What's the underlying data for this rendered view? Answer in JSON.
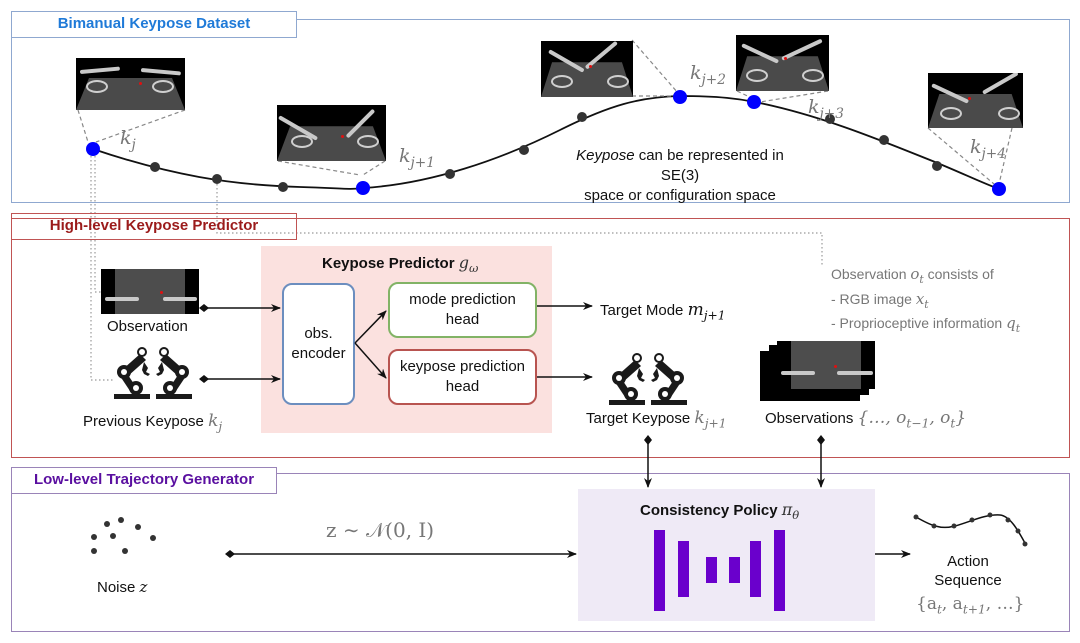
{
  "colors": {
    "dataset_border": "#8fa8d0",
    "dataset_title": "#1f7ad8",
    "predictor_border": "#c05454",
    "predictor_title": "#9b1b1b",
    "generator_border": "#9a84b8",
    "generator_title": "#5a0fa0",
    "predictor_bg": "#fbe1df",
    "policy_bg": "#efeaf6",
    "keypose_node": "#0000ff",
    "waypoint_node": "#333333",
    "unet_bar": "#6a00cc",
    "encoder_border": "#6c8ebf",
    "mode_head_border": "#82b366",
    "keypose_head_border": "#b85450"
  },
  "dataset": {
    "title": "Bimanual Keypose Dataset",
    "keyposes": [
      {
        "label": "k",
        "sub": "j"
      },
      {
        "label": "k",
        "sub": "j+1"
      },
      {
        "label": "k",
        "sub": "j+2"
      },
      {
        "label": "k",
        "sub": "j+3"
      },
      {
        "label": "k",
        "sub": "j+4"
      }
    ],
    "note_italic": "Keypose",
    "note_line1": " can be represented in SE(3)",
    "note_line2": "space or configuration space"
  },
  "predictor": {
    "title": "High-level Keypose Predictor",
    "observation_label": "Observation",
    "previous_keypose_label": "Previous Keypose",
    "previous_keypose_math": {
      "label": "k",
      "sub": "j"
    },
    "module_title": "Keypose Predictor",
    "module_math": {
      "label": "g",
      "sub": "ω"
    },
    "encoder_line1": "obs.",
    "encoder_line2": "encoder",
    "mode_head_line1": "mode prediction",
    "mode_head_line2": "head",
    "keypose_head_line1": "keypose prediction",
    "keypose_head_line2": "head",
    "target_mode_label": "Target Mode",
    "target_mode_math": {
      "label": "m",
      "sub": "j+1"
    },
    "target_keypose_label": "Target Keypose",
    "target_keypose_math": {
      "label": "k",
      "sub": "j+1"
    },
    "observations_label": "Observations",
    "observations_math": "{…, o",
    "observations_math_sub1": "t−1",
    "observations_math_mid": ", o",
    "observations_math_sub2": "t",
    "observations_math_end": "}",
    "obs_note": {
      "line1_pre": "Observation ",
      "line1_math": "o",
      "line1_sub": "t",
      "line1_post": " consists of",
      "line2_pre": "- RGB image ",
      "line2_math": "x",
      "line2_sub": "t",
      "line3_pre": "- Proprioceptive information ",
      "line3_math": "q",
      "line3_sub": "t"
    }
  },
  "generator": {
    "title": "Low-level Trajectory Generator",
    "noise_label": "Noise",
    "noise_math": "z",
    "sampling_math": "z ∼ 𝒩(0, I)",
    "policy_title": "Consistency Policy",
    "policy_math": {
      "label": "π",
      "sub": "θ"
    },
    "action_line1": "Action",
    "action_line2": "Sequence",
    "action_math_pre": "{a",
    "action_math_sub1": "t",
    "action_math_mid": ", a",
    "action_math_sub2": "t+1",
    "action_math_end": ", …}"
  },
  "icons": {
    "robot_arms": "robot-arms-icon",
    "noise": "noise-dots-icon",
    "unet": "unet-bars-icon",
    "trajectory": "trajectory-curve-icon"
  }
}
